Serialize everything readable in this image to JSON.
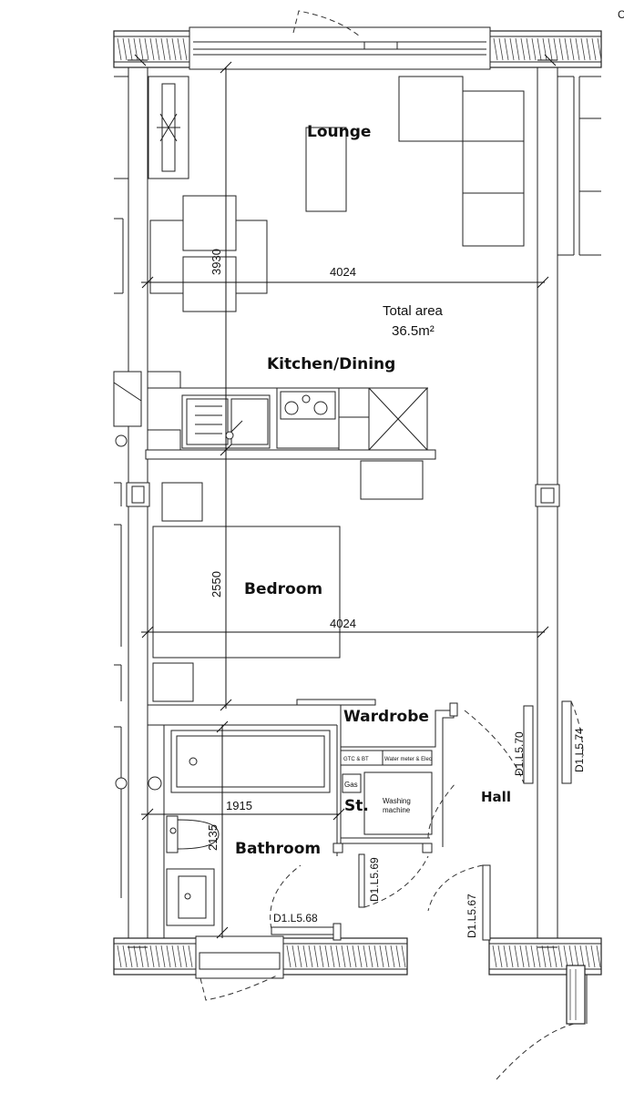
{
  "rooms": {
    "lounge": "Lounge",
    "kitchen": "Kitchen/Dining",
    "bedroom": "Bedroom",
    "wardrobe": "Wardrobe",
    "store": "St.",
    "hall": "Hall",
    "bathroom": "Bathroom"
  },
  "area": {
    "label": "Total area",
    "value": "36.5m²"
  },
  "dimensions": {
    "lounge_width": "4024",
    "lounge_depth": "3930",
    "bedroom_width": "4024",
    "bedroom_depth": "2550",
    "bathroom_width": "1915",
    "bathroom_depth": "2135"
  },
  "doors": {
    "d1": "D1.L5.70",
    "d2": "D1.L5.74",
    "d3": "D1.L5.69",
    "d4": "D1.L5.67",
    "d5": "D1.L5.68"
  },
  "fixtures": {
    "gtc_bt": "GTC & BT",
    "water_meter": "Water meter & Elec",
    "gas": "Gas",
    "washing_machine_1": "Washing",
    "washing_machine_2": "machine"
  },
  "corner_mark": "C"
}
